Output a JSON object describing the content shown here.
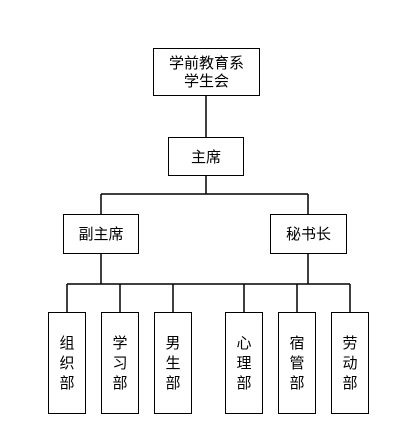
{
  "root": {
    "line1": "学前教育系",
    "line2": "学生会"
  },
  "president": "主席",
  "vice_president": "副主席",
  "secretary_general": "秘书长",
  "departments": [
    {
      "name": "组织部"
    },
    {
      "name": "学习部"
    },
    {
      "name": "男生部"
    },
    {
      "name": "心理部"
    },
    {
      "name": "宿管部"
    },
    {
      "name": "劳动部"
    }
  ]
}
